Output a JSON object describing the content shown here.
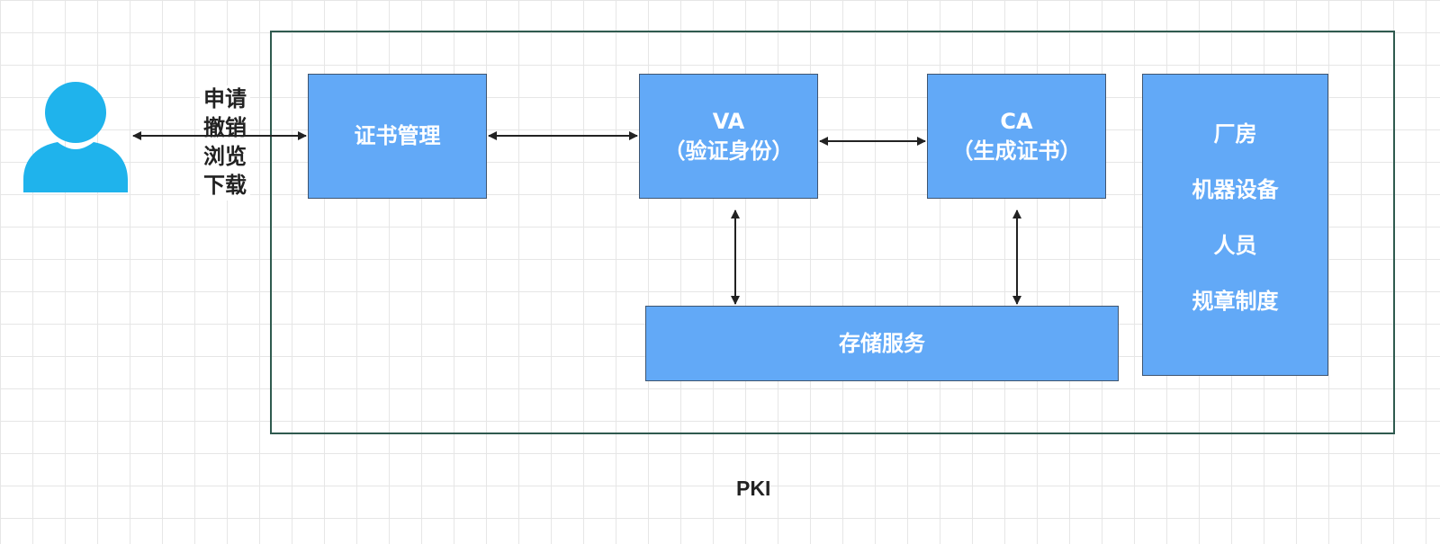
{
  "diagram": {
    "user_actions": [
      "申请",
      "撤销",
      "浏览",
      "下载"
    ],
    "cert_management": "证书管理",
    "va": {
      "title": "VA",
      "subtitle": "（验证身份）"
    },
    "ca": {
      "title": "CA",
      "subtitle": "（生成证书）"
    },
    "infrastructure_items": [
      "厂房",
      "机器设备",
      "人员",
      "规章制度"
    ],
    "storage_service": "存储服务",
    "system_label": "PKI"
  },
  "colors": {
    "box_fill": "#62a9f7",
    "box_border": "#3f5570",
    "frame_border": "#2f5a4f",
    "user_icon": "#1fb3ec",
    "arrow": "#222222"
  }
}
